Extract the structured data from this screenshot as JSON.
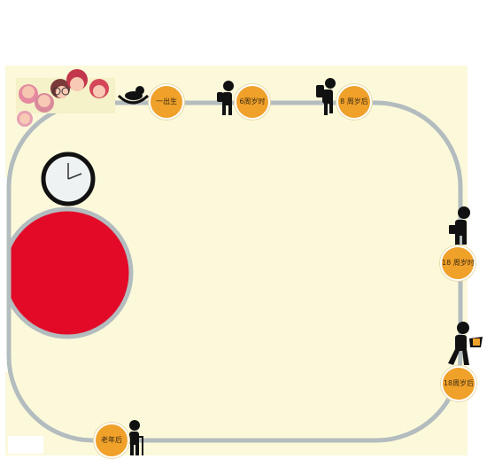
{
  "stages": [
    {
      "id": "birth",
      "label": "一出生"
    },
    {
      "id": "six-yrs",
      "label": "6周岁时"
    },
    {
      "id": "eight-yrs",
      "label": "8 周岁后"
    },
    {
      "id": "eighteen-at",
      "label": "18 周岁时"
    },
    {
      "id": "eighteen-after",
      "label": "18周岁后"
    },
    {
      "id": "old-age",
      "label": "老年后"
    }
  ],
  "colors": {
    "background": "#fcf9db",
    "track": "#b3bcbe",
    "badge": "#f0a12a",
    "red_circle": "#e30a28",
    "silhouette": "#1a1a1a"
  },
  "icons": {
    "clock": "clock-icon",
    "baby": "baby-in-cradle-icon",
    "child": "schoolchild-icon",
    "student": "student-with-backpack-icon",
    "adult": "adult-walking-icon",
    "worker": "worker-running-icon",
    "elder": "elder-with-cane-icon",
    "family": "family-dolls-icon"
  }
}
